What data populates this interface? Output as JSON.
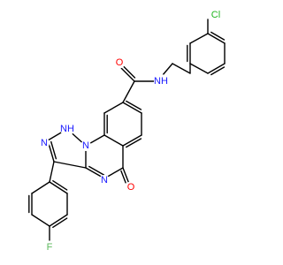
{
  "molecule": {
    "colors": {
      "carbon": "#000000",
      "nitrogen": "#1a1aff",
      "oxygen": "#ff0000",
      "chlorine": "#1fb51f",
      "fluorine": "#5cb85c"
    },
    "labels": {
      "cl": "Cl",
      "nh_amide": "NH",
      "n_amide": "N",
      "h_amide": "H",
      "o_amide": "O",
      "nh_ring": "NH",
      "n_ring1": "N",
      "n_ring2": "N",
      "n_ring3": "N",
      "n_ring4": "N",
      "o_ring": "O",
      "f": "F",
      "h_ring": "H",
      "n_left": "N"
    }
  }
}
